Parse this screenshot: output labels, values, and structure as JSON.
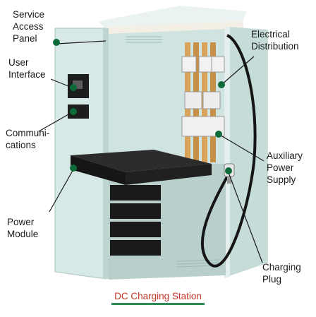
{
  "labels": {
    "service_access_panel": "Service\nAccess\nPanel",
    "user_interface": "User\nInterface",
    "communications": "Communi-\ncations",
    "power_module": "Power\nModule",
    "electrical_distribution": "Electrical\nDistribution",
    "auxiliary_power_supply": "Auxiliary\nPower\nSupply",
    "charging_plug": "Charging\nPlug"
  },
  "caption": "DC Charging Station",
  "colors": {
    "caption_text": "#c0392b",
    "caption_underline": "#2e8b57",
    "marker": "#0d6b3a",
    "cabinet": "#d7e9e7",
    "cabinet_shade": "#b9d3d0",
    "module": "#1c1c1c",
    "cable": "#151515",
    "copper": "#d9a35a"
  }
}
